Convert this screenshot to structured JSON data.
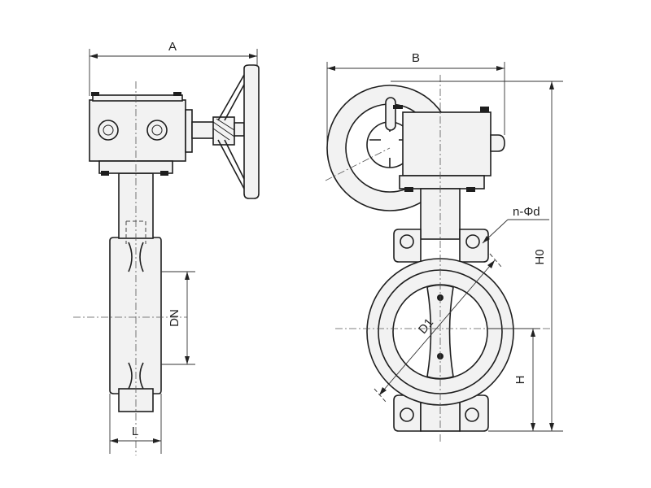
{
  "drawing": {
    "labels": {
      "A": "A",
      "B": "B",
      "DN": "DN",
      "L": "L",
      "n_phi_d": "n-Φd",
      "H0": "H0",
      "D1": "D1",
      "H": "H"
    }
  },
  "colors": {
    "line": "#1e1e1e",
    "fill": "#f2f2f2",
    "background": "#ffffff"
  }
}
